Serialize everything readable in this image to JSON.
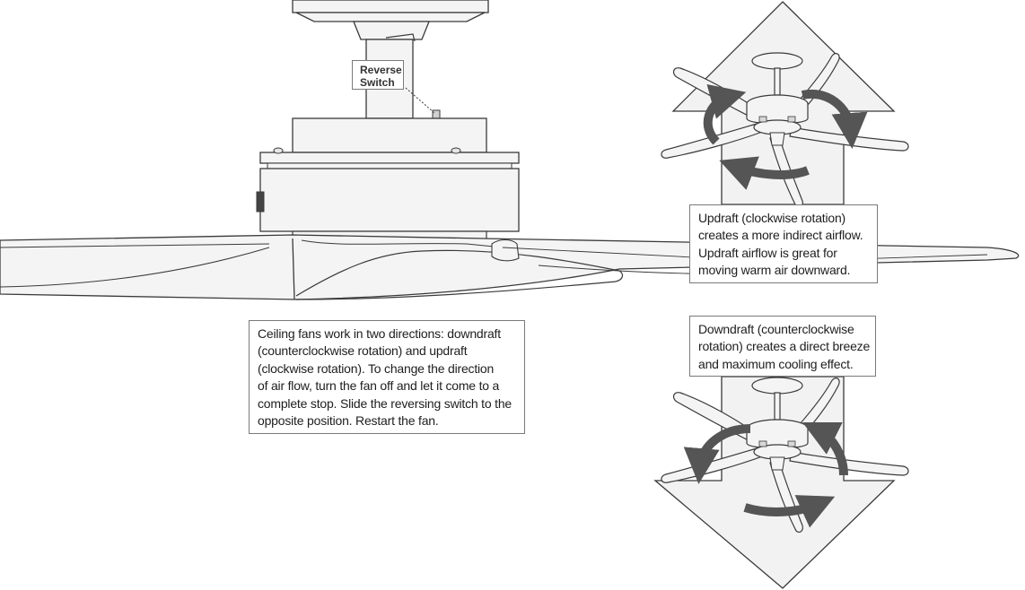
{
  "switch_label": [
    "Reverse",
    "Switch"
  ],
  "main_note": [
    "Ceiling fans work in two directions: downdraft",
    "(counterclockwise rotation) and updraft",
    "(clockwise rotation). To change the direction",
    "of air flow, turn the fan off and let it come to a",
    "complete stop. Slide the reversing switch to the",
    "opposite position. Restart the fan."
  ],
  "updraft_note": [
    "Updraft (clockwise rotation)",
    "creates a more indirect airflow.",
    "Updraft airflow is great for",
    "moving warm air downward."
  ],
  "downdraft_note": [
    "Downdraft (counterclockwise",
    "rotation) creates a direct breeze",
    "and maximum cooling effect."
  ],
  "colors": {
    "line": "#3a3a3a",
    "fill": "#f4f4f4",
    "arrow": "#555555"
  }
}
